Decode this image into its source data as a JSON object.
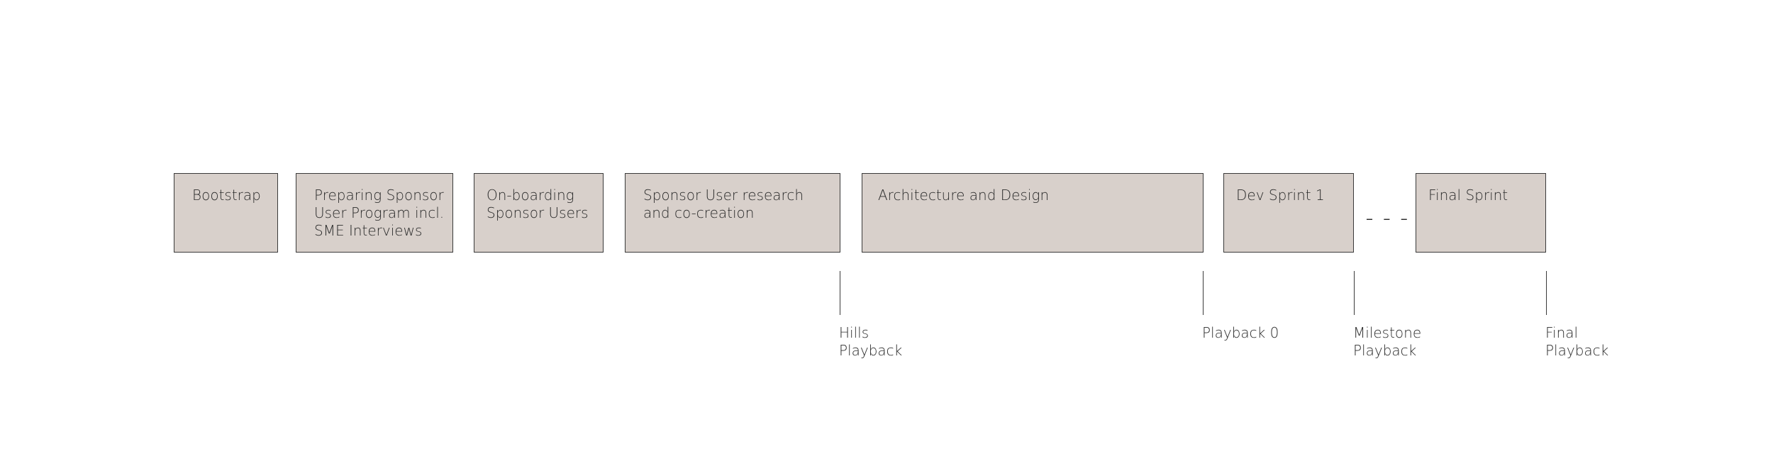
{
  "phases": [
    {
      "label": "Bootstrap"
    },
    {
      "label": "Preparing Sponsor\nUser Program incl.\nSME Interviews"
    },
    {
      "label": "On-boarding\nSponsor Users"
    },
    {
      "label": "Sponsor User research\nand co-creation"
    },
    {
      "label": "Architecture and Design"
    },
    {
      "label": "Dev Sprint 1"
    },
    {
      "label": "Final Sprint"
    }
  ],
  "ellipsis": "– – –",
  "milestones": [
    {
      "label": "Hills\nPlayback"
    },
    {
      "label": "Playback 0"
    },
    {
      "label": "Milestone\nPlayback"
    },
    {
      "label": "Final\nPlayback"
    }
  ]
}
